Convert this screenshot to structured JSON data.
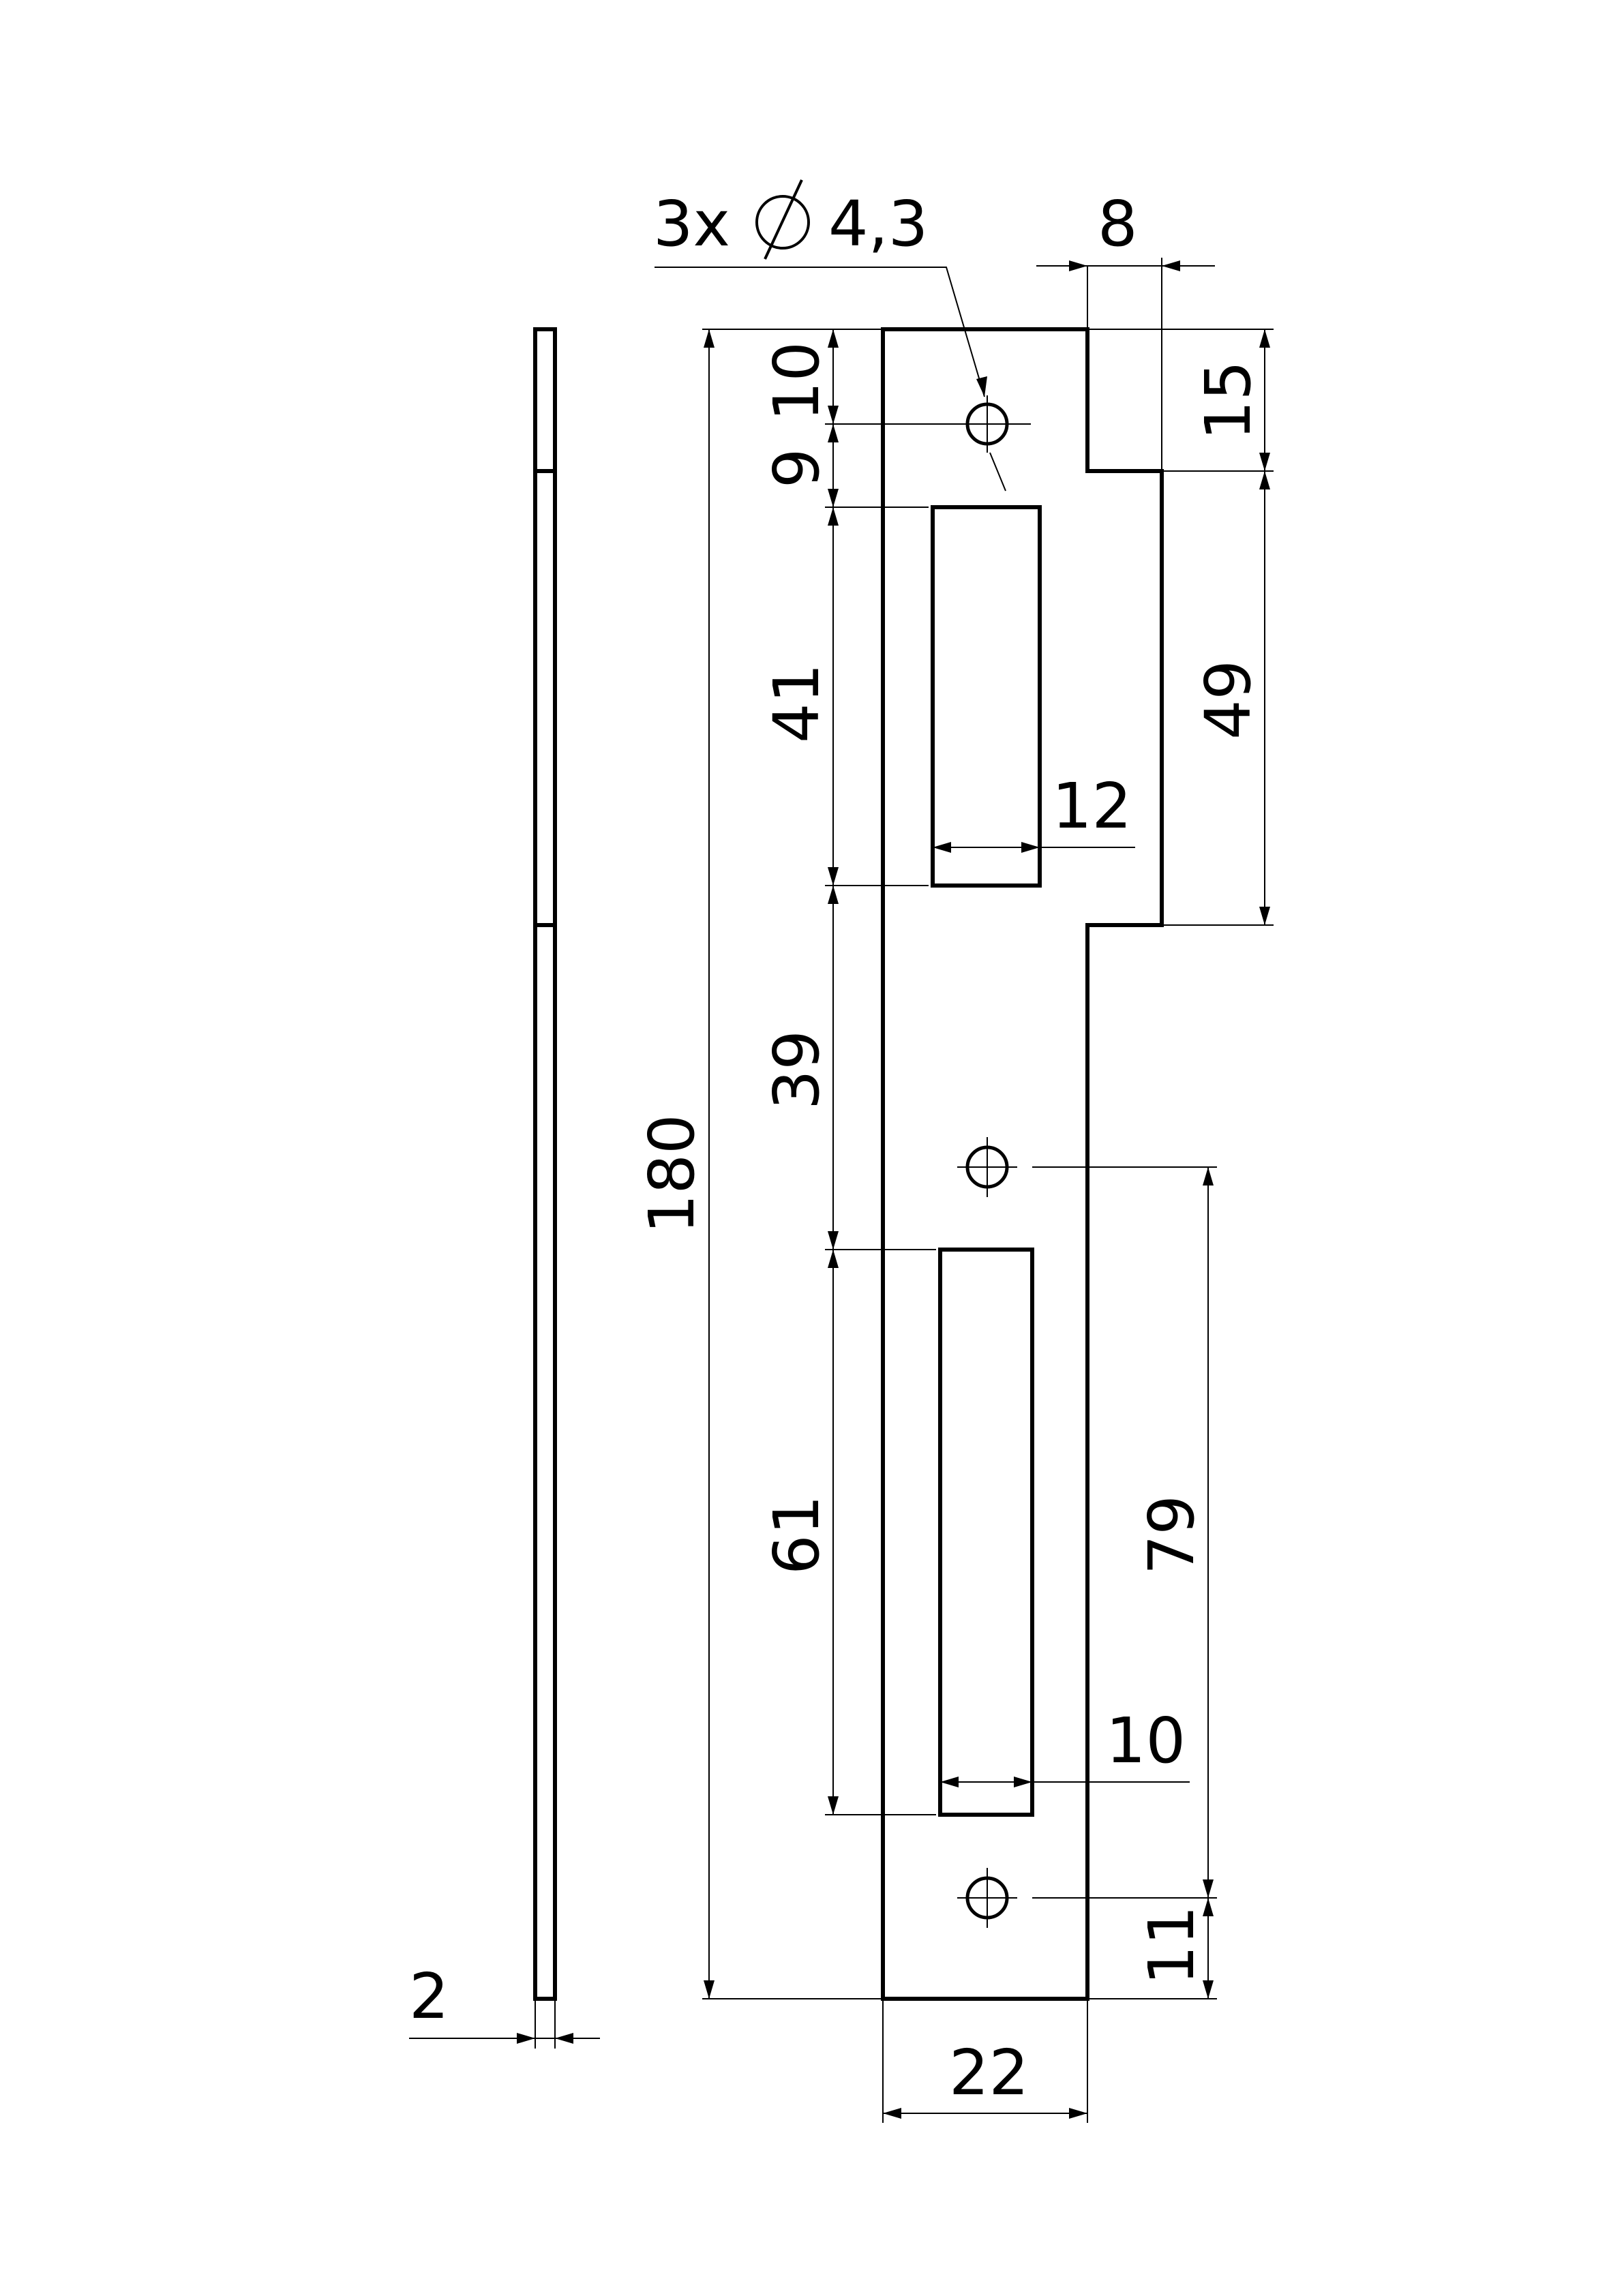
{
  "dimensions": {
    "holes_callout": "3x",
    "hole_diameter": "4,3",
    "top_notch_width": "8",
    "top_to_first_hole": "10",
    "first_hole_to_slot": "9",
    "upper_slot_length": "41",
    "upper_slot_width": "12",
    "slot_gap": "39",
    "lower_slot_length": "61",
    "lower_slot_width": "10",
    "overall_length": "180",
    "lip_top_offset": "15",
    "lip_length": "49",
    "hole_spacing_lower": "79",
    "bottom_hole_offset": "11",
    "plate_width": "22",
    "plate_thickness": "2"
  },
  "colors": {
    "line": "#000000",
    "background": "#ffffff"
  },
  "icons": {
    "diameter_symbol": "diameter-icon"
  }
}
